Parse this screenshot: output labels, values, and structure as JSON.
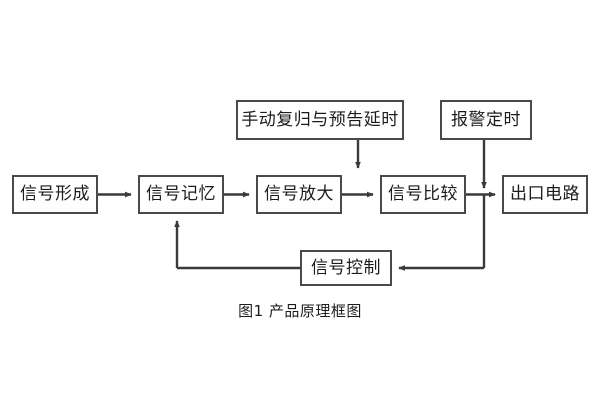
{
  "figure": {
    "caption": "图1 产品原理框图",
    "background_color": "#ffffff",
    "line_color": "#4a4a4a",
    "text_color": "#1c1c1c"
  },
  "nodes": {
    "signal_form": {
      "label": "信号形成"
    },
    "signal_memory": {
      "label": "信号记忆"
    },
    "signal_amplify": {
      "label": "信号放大"
    },
    "signal_compare": {
      "label": "信号比较"
    },
    "output_circuit": {
      "label": "出口电路"
    },
    "manual_reset": {
      "label": "手动复归与预告延时"
    },
    "alarm_timer": {
      "label": "报警定时"
    },
    "signal_control": {
      "label": "信号控制"
    }
  },
  "connections": [
    {
      "from": "signal_form",
      "to": "signal_memory",
      "kind": "arrow-right"
    },
    {
      "from": "signal_memory",
      "to": "signal_amplify",
      "kind": "arrow-right"
    },
    {
      "from": "signal_amplify",
      "to": "signal_compare",
      "kind": "arrow-right"
    },
    {
      "from": "signal_compare",
      "to": "output_circuit",
      "kind": "arrow-right"
    },
    {
      "from": "manual_reset",
      "to": "signal_compare",
      "kind": "arrow-down"
    },
    {
      "from": "alarm_timer",
      "to": "output_circuit",
      "kind": "arrow-down-junction"
    },
    {
      "from": "alarm_timer",
      "to": "signal_control",
      "kind": "feedback-down-left"
    },
    {
      "from": "signal_control",
      "to": "signal_memory",
      "kind": "feedback-left-up"
    }
  ]
}
